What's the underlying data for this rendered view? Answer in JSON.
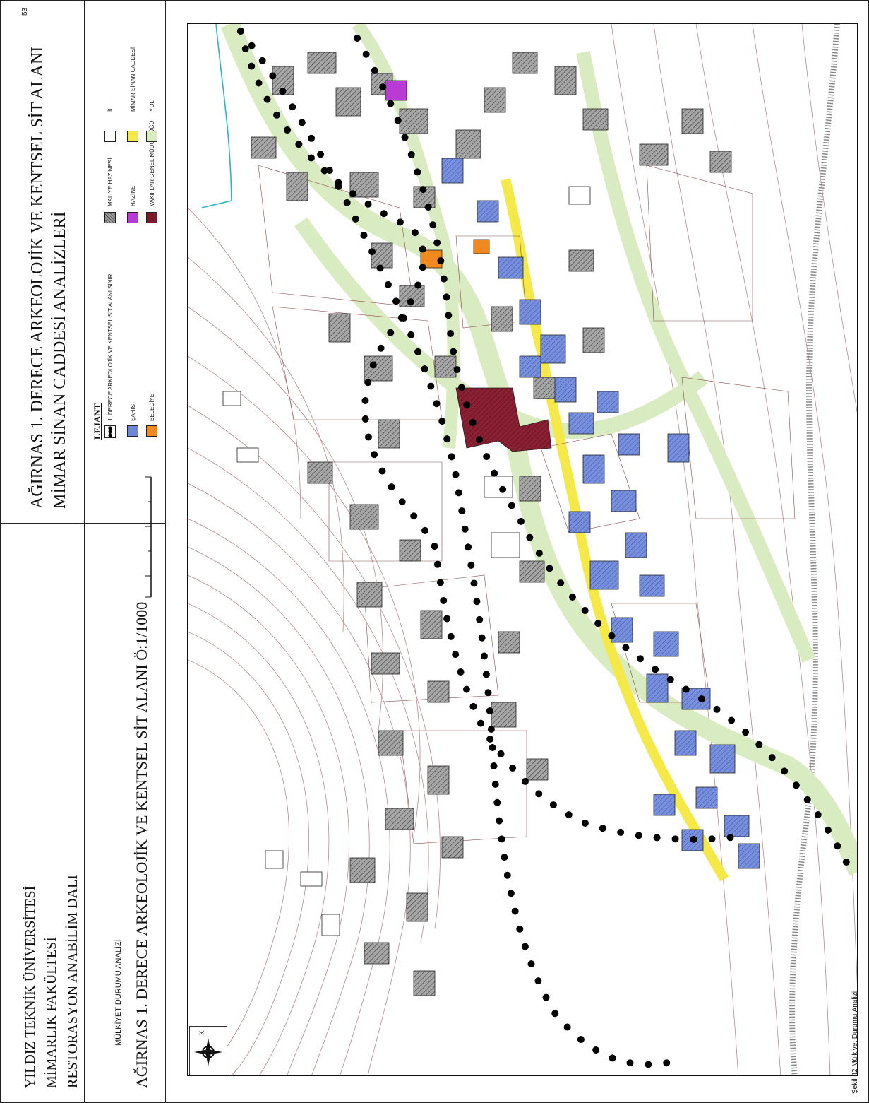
{
  "page_number": "53",
  "university": {
    "line1": "YILDIZ TEKNİK ÜNİVERSİTESİ",
    "line2": "MİMARLIK FAKÜLTESİ",
    "line3": "RESTORASYON ANABİLİM DALI"
  },
  "project": {
    "line1": "AĞIRNAS 1. DERECE ARKEOLOJİK VE KENTSEL SİT ALANI",
    "line2": "MİMAR SİNAN CADDESİ ANALİZLERİ"
  },
  "analysis_title": "MÜLKİYET DURUMU ANALİZİ",
  "map_title": "AĞIRNAS 1. DERECE ARKEOLOJİK VE KENTSEL SİT ALANI Ö:1/1000",
  "legend": {
    "heading": "LEJANT",
    "items": [
      {
        "label": "1. DERECE ARKEOLOJİK VE KENTSEL SİT ALANI SINIRI",
        "color": "#ffffff",
        "icon": "dots-icon"
      },
      {
        "label": "ŞAHIS",
        "color": "#6d86d6",
        "icon": "hatch-icon"
      },
      {
        "label": "BELEDİYE",
        "color": "#f08a1f",
        "icon": "hatch-icon"
      },
      {
        "label": "MALİYE HAZİNESİ",
        "color": "#9a9a9a",
        "icon": "hatch-icon"
      },
      {
        "label": "HAZİNE",
        "color": "#b83bd6",
        "icon": "hatch-icon"
      },
      {
        "label": "VAKIFLAR GENEL MÜDÜRLÜĞÜ",
        "color": "#7b1a2b",
        "icon": "hatch-icon"
      },
      {
        "label": "İL",
        "color": "#ffffff",
        "icon": "box-icon"
      },
      {
        "label": "MİMAR SİNAN CADDESİ",
        "color": "#f5e94a",
        "icon": "hatch-icon"
      },
      {
        "label": "YOL",
        "color": "#d9ebc0",
        "icon": "hatch-icon"
      }
    ]
  },
  "caption": "Şekil 42 Mülkiyet Durumu Analizi",
  "north_label": "K"
}
